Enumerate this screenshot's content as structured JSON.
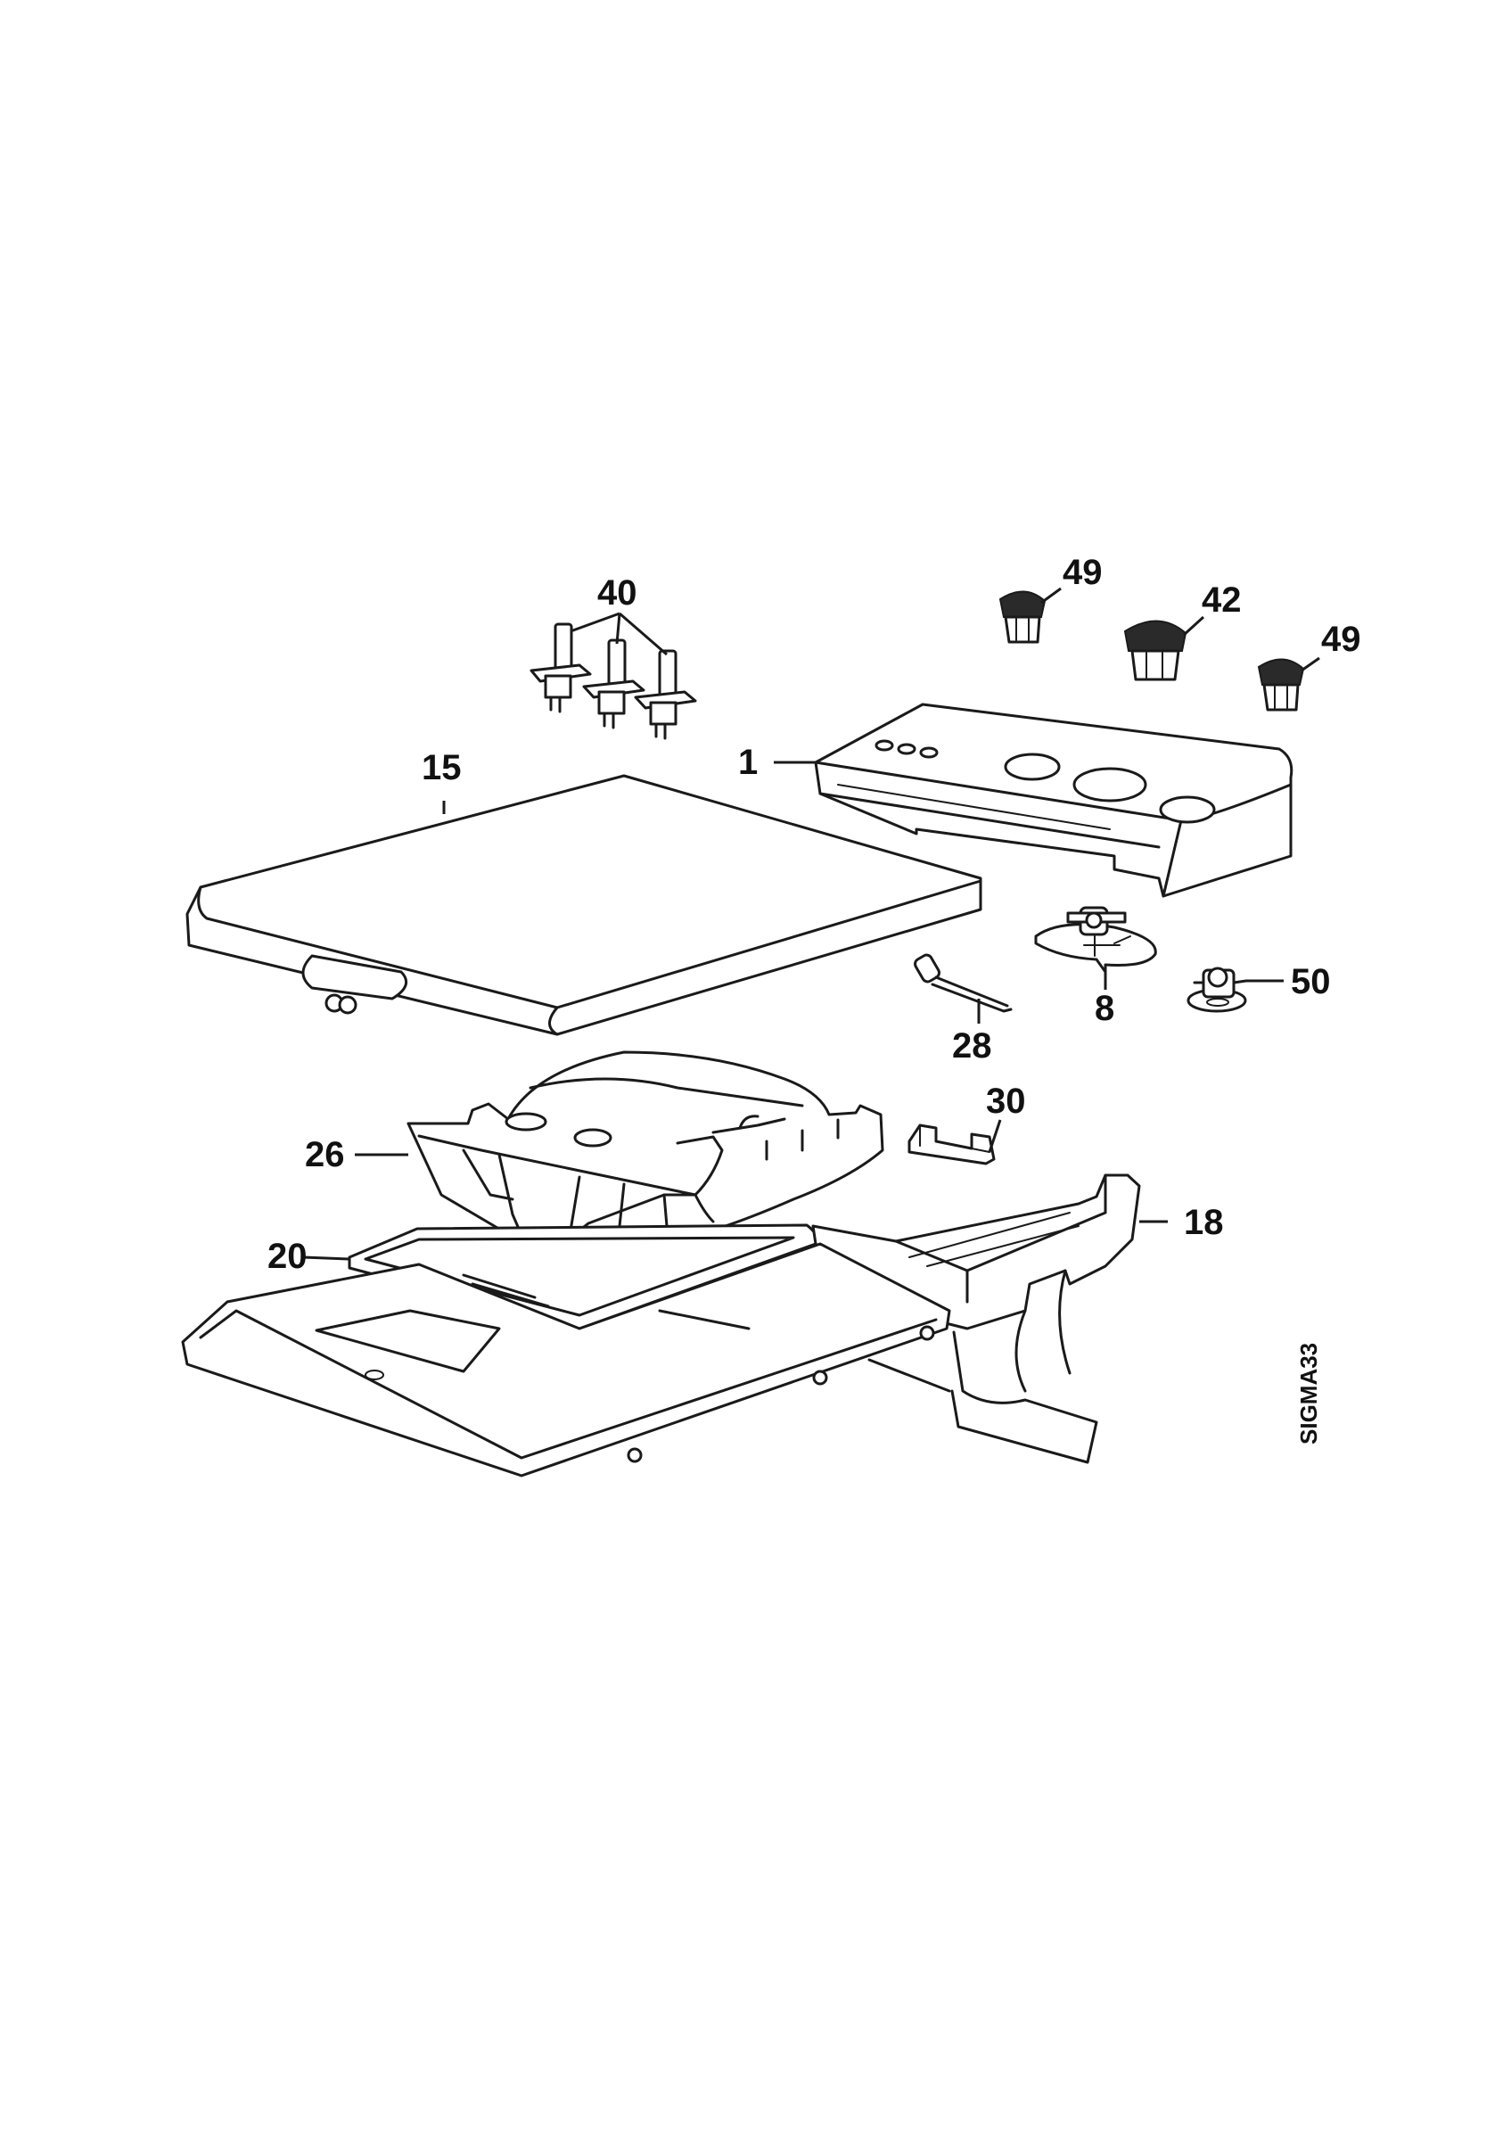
{
  "drawing_code": "SIGMA33",
  "callouts": {
    "c40": "40",
    "c49a": "49",
    "c42": "42",
    "c49b": "49",
    "c1": "1",
    "c15": "15",
    "c8": "8",
    "c50": "50",
    "c28": "28",
    "c30": "30",
    "c26": "26",
    "c18": "18",
    "c20": "20"
  }
}
